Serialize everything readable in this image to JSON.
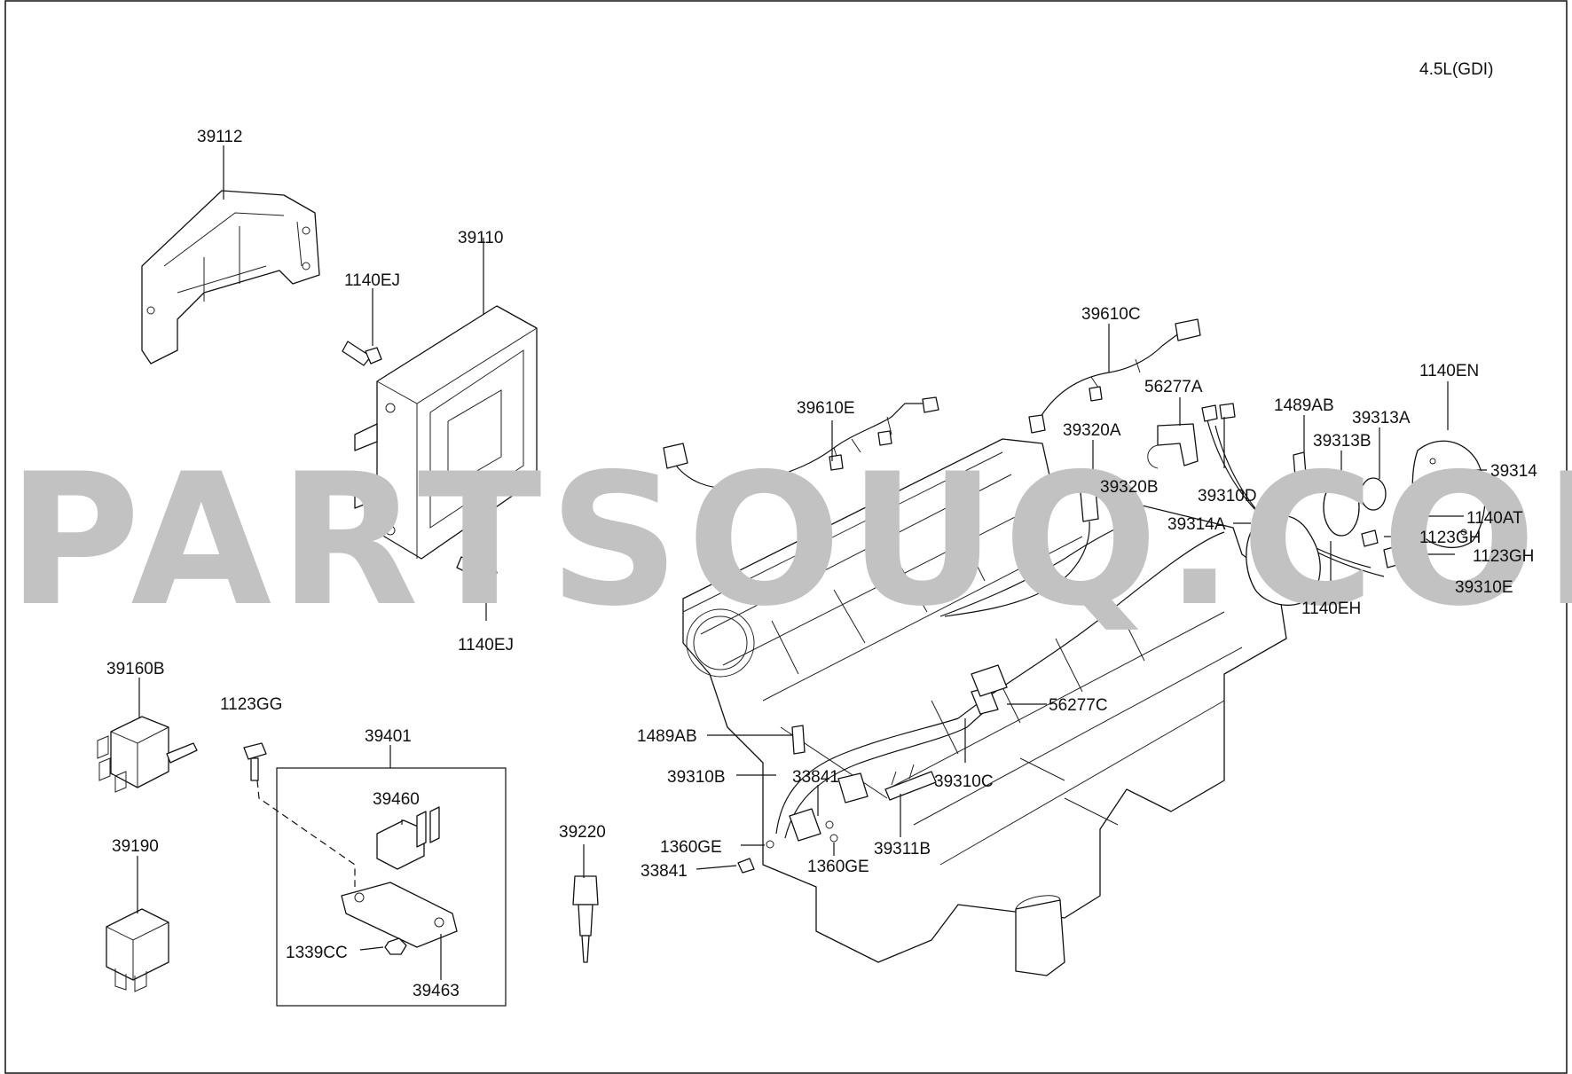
{
  "header": {
    "engine": "4.5L(GDI)"
  },
  "watermark": "PARTSOUQ.COM",
  "colors": {
    "line": "#111111",
    "watermark": "#c2c2c2",
    "background": "#ffffff"
  },
  "callouts": [
    {
      "id": "39112",
      "text": "39112"
    },
    {
      "id": "39110",
      "text": "39110"
    },
    {
      "id": "1140EJ_a",
      "text": "1140EJ"
    },
    {
      "id": "1140EJ_b",
      "text": "1140EJ"
    },
    {
      "id": "39160B",
      "text": "39160B"
    },
    {
      "id": "1123GG",
      "text": "1123GG"
    },
    {
      "id": "39401",
      "text": "39401"
    },
    {
      "id": "39460",
      "text": "39460"
    },
    {
      "id": "1339CC",
      "text": "1339CC"
    },
    {
      "id": "39463",
      "text": "39463"
    },
    {
      "id": "39190",
      "text": "39190"
    },
    {
      "id": "39220",
      "text": "39220"
    },
    {
      "id": "39610E",
      "text": "39610E"
    },
    {
      "id": "39610C",
      "text": "39610C"
    },
    {
      "id": "56277A",
      "text": "56277A"
    },
    {
      "id": "39320A",
      "text": "39320A"
    },
    {
      "id": "39320B",
      "text": "39320B"
    },
    {
      "id": "1489AB_a",
      "text": "1489AB"
    },
    {
      "id": "39313B",
      "text": "39313B"
    },
    {
      "id": "39313A",
      "text": "39313A"
    },
    {
      "id": "1140EN",
      "text": "1140EN"
    },
    {
      "id": "39314",
      "text": "39314"
    },
    {
      "id": "39310D",
      "text": "39310D"
    },
    {
      "id": "39314A",
      "text": "39314A"
    },
    {
      "id": "1140AT",
      "text": "1140AT"
    },
    {
      "id": "1123GH_a",
      "text": "1123GH"
    },
    {
      "id": "1123GH_b",
      "text": "1123GH"
    },
    {
      "id": "39310E",
      "text": "39310E"
    },
    {
      "id": "1140EH",
      "text": "1140EH"
    },
    {
      "id": "56277C",
      "text": "56277C"
    },
    {
      "id": "1489AB_b",
      "text": "1489AB"
    },
    {
      "id": "39310B",
      "text": "39310B"
    },
    {
      "id": "33841_a",
      "text": "33841"
    },
    {
      "id": "39310C",
      "text": "39310C"
    },
    {
      "id": "39311B",
      "text": "39311B"
    },
    {
      "id": "1360GE_a",
      "text": "1360GE"
    },
    {
      "id": "1360GE_b",
      "text": "1360GE"
    },
    {
      "id": "33841_b",
      "text": "33841"
    }
  ]
}
